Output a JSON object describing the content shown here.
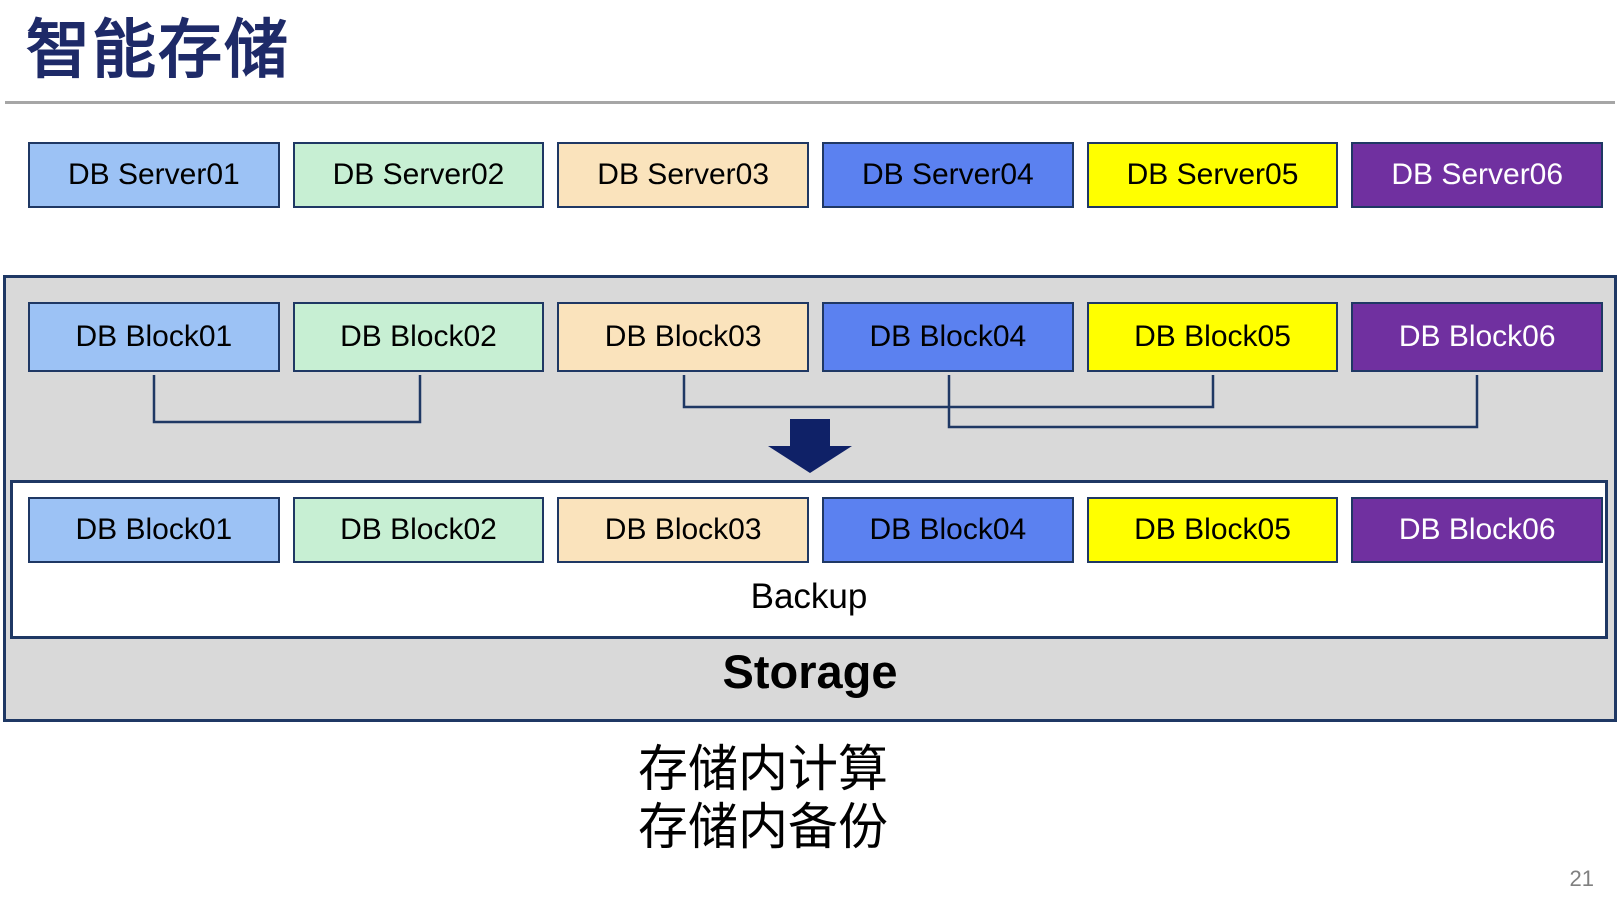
{
  "title": {
    "text": "智能存储"
  },
  "server_row": [
    {
      "label": "DB Server01",
      "bg": "#9CC2F5",
      "fg": "#000000"
    },
    {
      "label": "DB Server02",
      "bg": "#C7EFD3",
      "fg": "#000000"
    },
    {
      "label": "DB Server03",
      "bg": "#FAE3BC",
      "fg": "#000000"
    },
    {
      "label": "DB Server04",
      "bg": "#5B81F0",
      "fg": "#000000"
    },
    {
      "label": "DB Server05",
      "bg": "#FFFF00",
      "fg": "#000000"
    },
    {
      "label": "DB Server06",
      "bg": "#7030A0",
      "fg": "#FFFFFF"
    }
  ],
  "storage_panel": {
    "label": "Storage",
    "backup_label": "Backup",
    "block_row_top": [
      {
        "label": "DB Block01",
        "bg": "#9CC2F5",
        "fg": "#000000"
      },
      {
        "label": "DB Block02",
        "bg": "#C7EFD3",
        "fg": "#000000"
      },
      {
        "label": "DB Block03",
        "bg": "#FAE3BC",
        "fg": "#000000"
      },
      {
        "label": "DB Block04",
        "bg": "#5B81F0",
        "fg": "#000000"
      },
      {
        "label": "DB Block05",
        "bg": "#FFFF00",
        "fg": "#000000"
      },
      {
        "label": "DB Block06",
        "bg": "#7030A0",
        "fg": "#FFFFFF"
      }
    ],
    "block_row_bottom": [
      {
        "label": "DB Block01",
        "bg": "#9CC2F5",
        "fg": "#000000"
      },
      {
        "label": "DB Block02",
        "bg": "#C7EFD3",
        "fg": "#000000"
      },
      {
        "label": "DB Block03",
        "bg": "#FAE3BC",
        "fg": "#000000"
      },
      {
        "label": "DB Block04",
        "bg": "#5B81F0",
        "fg": "#000000"
      },
      {
        "label": "DB Block05",
        "bg": "#FFFF00",
        "fg": "#000000"
      },
      {
        "label": "DB Block06",
        "bg": "#7030A0",
        "fg": "#FFFFFF"
      }
    ],
    "connections": [
      {
        "from": "DB Block01",
        "to": "DB Block02"
      },
      {
        "from": "DB Block03",
        "to": "DB Block05"
      },
      {
        "from": "DB Block04",
        "to": "DB Block06"
      }
    ]
  },
  "caption": {
    "line1": "存储内计算",
    "line2": "存储内备份"
  },
  "page_number": "21",
  "palette": {
    "title_navy": "#1E2A68",
    "border_navy": "#1F3864",
    "arrow_navy": "#0F2167",
    "panel_gray": "#D9D9D9",
    "divider_gray": "#A6A6A6",
    "page_number_gray": "#808080",
    "light_blue": "#9CC2F5",
    "mint_green": "#C7EFD3",
    "tan": "#FAE3BC",
    "medium_blue": "#5B81F0",
    "yellow": "#FFFF00",
    "purple": "#7030A0"
  }
}
